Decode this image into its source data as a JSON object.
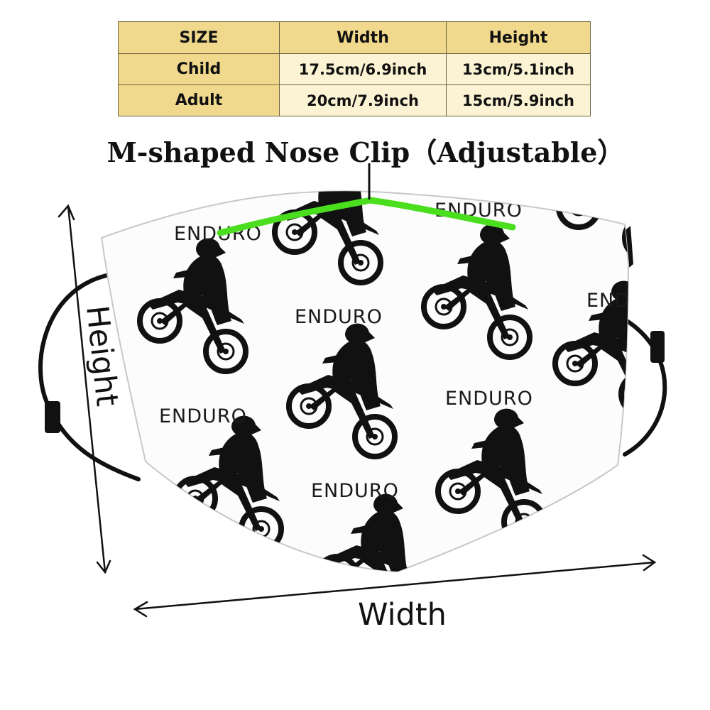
{
  "size_table": {
    "headers": [
      "SIZE",
      "Width",
      "Height"
    ],
    "rows": [
      [
        "Child",
        "17.5cm/6.9inch",
        "13cm/5.1inch"
      ],
      [
        "Adult",
        "20cm/7.9inch",
        "15cm/5.9inch"
      ]
    ]
  },
  "nose_clip_title": "M-shaped Nose Clip（Adjustable）",
  "pattern_text": "ENDURO",
  "dimensions": {
    "height_label": "Height",
    "width_label": "Width"
  },
  "colors": {
    "table_header": "#f0d98c",
    "table_cell": "#fbf3d3",
    "nose_clip": "#4ade1e",
    "silhouette": "#111111"
  },
  "icons": [
    "motocross-rider-silhouette-icon"
  ]
}
